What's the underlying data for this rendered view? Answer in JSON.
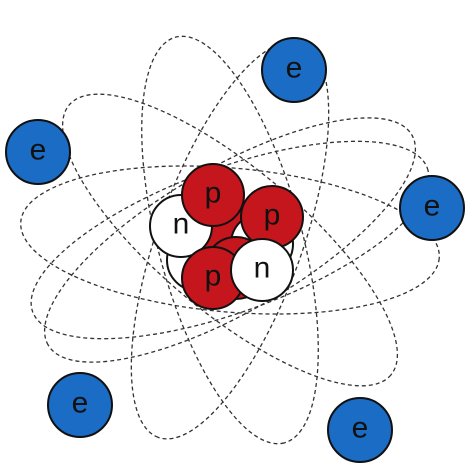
{
  "colors": {
    "proton": "#c4161c",
    "neutron": "#ffffff",
    "electron": "#1a6cc4",
    "label": "#111111"
  },
  "nucleus": {
    "back": [
      {
        "kind": "neutron",
        "label": ""
      },
      {
        "kind": "proton",
        "label": ""
      },
      {
        "kind": "neutron",
        "label": ""
      },
      {
        "kind": "proton",
        "label": ""
      }
    ],
    "front": [
      {
        "kind": "neutron",
        "label": "n"
      },
      {
        "kind": "proton",
        "label": "p"
      },
      {
        "kind": "proton",
        "label": "p"
      },
      {
        "kind": "proton",
        "label": "p"
      },
      {
        "kind": "neutron",
        "label": "n"
      }
    ]
  },
  "electrons": [
    {
      "label": "e"
    },
    {
      "label": "e"
    },
    {
      "label": "e"
    },
    {
      "label": "e"
    },
    {
      "label": "e"
    },
    {
      "label": "e"
    }
  ],
  "orbits": [
    {
      "angle": -20
    },
    {
      "angle": 5
    },
    {
      "angle": 40
    },
    {
      "angle": 75
    },
    {
      "angle": 110
    },
    {
      "angle": 150
    }
  ]
}
